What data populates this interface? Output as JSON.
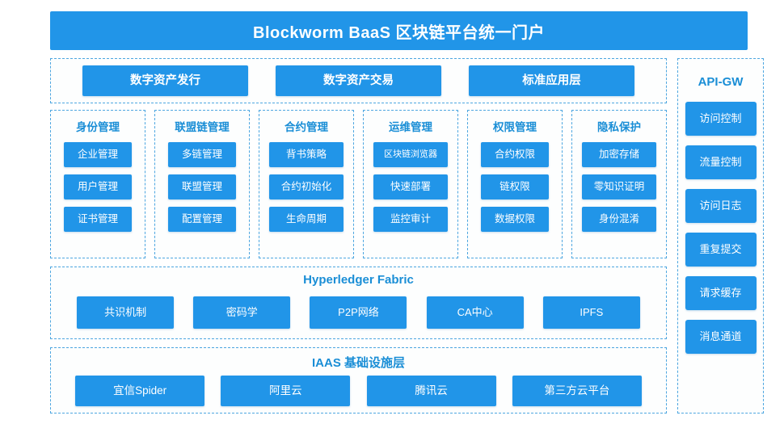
{
  "header": {
    "title": "Blockworm BaaS 区块链平台统一门户"
  },
  "application_band": {
    "items": [
      {
        "label": "数字资产发行"
      },
      {
        "label": "数字资产交易"
      },
      {
        "label": "标准应用层"
      }
    ]
  },
  "modules": [
    {
      "title": "身份管理",
      "items": [
        {
          "label": "企业管理"
        },
        {
          "label": "用户管理"
        },
        {
          "label": "证书管理"
        }
      ]
    },
    {
      "title": "联盟链管理",
      "items": [
        {
          "label": "多链管理"
        },
        {
          "label": "联盟管理"
        },
        {
          "label": "配置管理"
        }
      ]
    },
    {
      "title": "合约管理",
      "items": [
        {
          "label": "背书策略"
        },
        {
          "label": "合约初始化"
        },
        {
          "label": "生命周期"
        }
      ]
    },
    {
      "title": "运维管理",
      "items": [
        {
          "label": "区块链浏览器"
        },
        {
          "label": "快速部署"
        },
        {
          "label": "监控审计"
        }
      ]
    },
    {
      "title": "权限管理",
      "items": [
        {
          "label": "合约权限"
        },
        {
          "label": "链权限"
        },
        {
          "label": "数据权限"
        }
      ]
    },
    {
      "title": "隐私保护",
      "items": [
        {
          "label": "加密存储"
        },
        {
          "label": "零知识证明"
        },
        {
          "label": "身份混淆"
        }
      ]
    }
  ],
  "fabric_band": {
    "title": "Hyperledger Fabric",
    "items": [
      {
        "label": "共识机制"
      },
      {
        "label": "密码学"
      },
      {
        "label": "P2P网络"
      },
      {
        "label": "CA中心"
      },
      {
        "label": "IPFS"
      }
    ]
  },
  "iaas_band": {
    "title": "IAAS 基础设施层",
    "items": [
      {
        "label": "宜信Spider"
      },
      {
        "label": "阿里云"
      },
      {
        "label": "腾讯云"
      },
      {
        "label": "第三方云平台"
      }
    ]
  },
  "api_gateway": {
    "title": "API-GW",
    "items": [
      {
        "label": "访问控制"
      },
      {
        "label": "流量控制"
      },
      {
        "label": "访问日志"
      },
      {
        "label": "重复提交"
      },
      {
        "label": "请求缓存"
      },
      {
        "label": "消息通道"
      }
    ]
  },
  "colors": {
    "primary_blue": "#2195e8",
    "dashed_border": "#4da6e0",
    "title_blue": "#1a8ed6",
    "background": "#ffffff"
  }
}
